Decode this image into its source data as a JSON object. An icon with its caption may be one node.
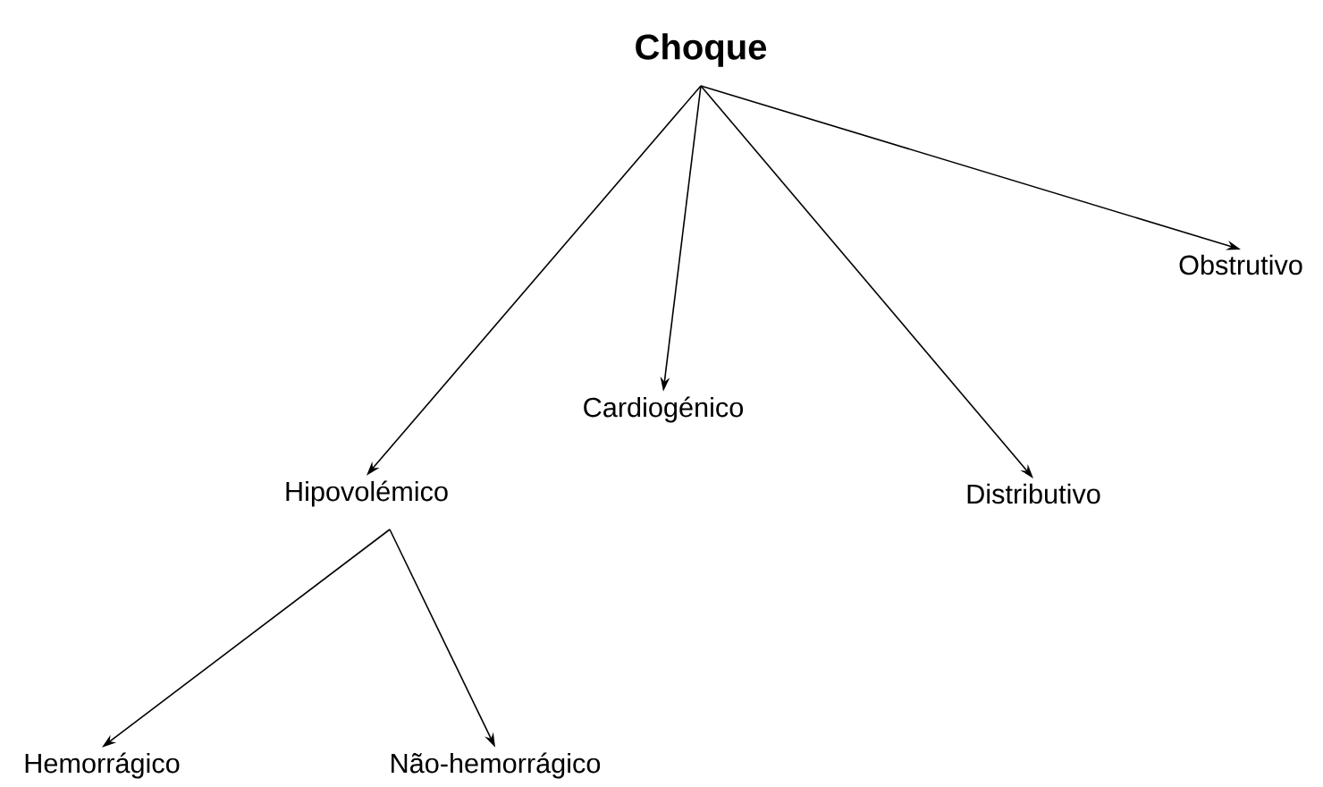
{
  "diagram": {
    "nodes": [
      {
        "text": [
          "Choque"
        ]
      },
      {
        "text": [
          "Hipovolémico"
        ]
      },
      {
        "text": [
          "Cardiogénico"
        ]
      },
      {
        "text": [
          "Distributivo"
        ]
      },
      {
        "text": [
          "Obstrutivo"
        ]
      },
      {
        "text": [
          "Hemorrágico"
        ]
      },
      {
        "text": [
          "Não-hemorrágico"
        ]
      }
    ],
    "edges": [
      {
        "from": 0,
        "to": 1,
        "arrow": "to"
      },
      {
        "from": 0,
        "to": 2,
        "arrow": "to"
      },
      {
        "from": 0,
        "to": 3,
        "arrow": "to"
      },
      {
        "from": 0,
        "to": 4,
        "arrow": "to"
      },
      {
        "from": 1,
        "to": 5,
        "arrow": "to"
      },
      {
        "from": 1,
        "to": 6,
        "arrow": "to"
      }
    ]
  }
}
